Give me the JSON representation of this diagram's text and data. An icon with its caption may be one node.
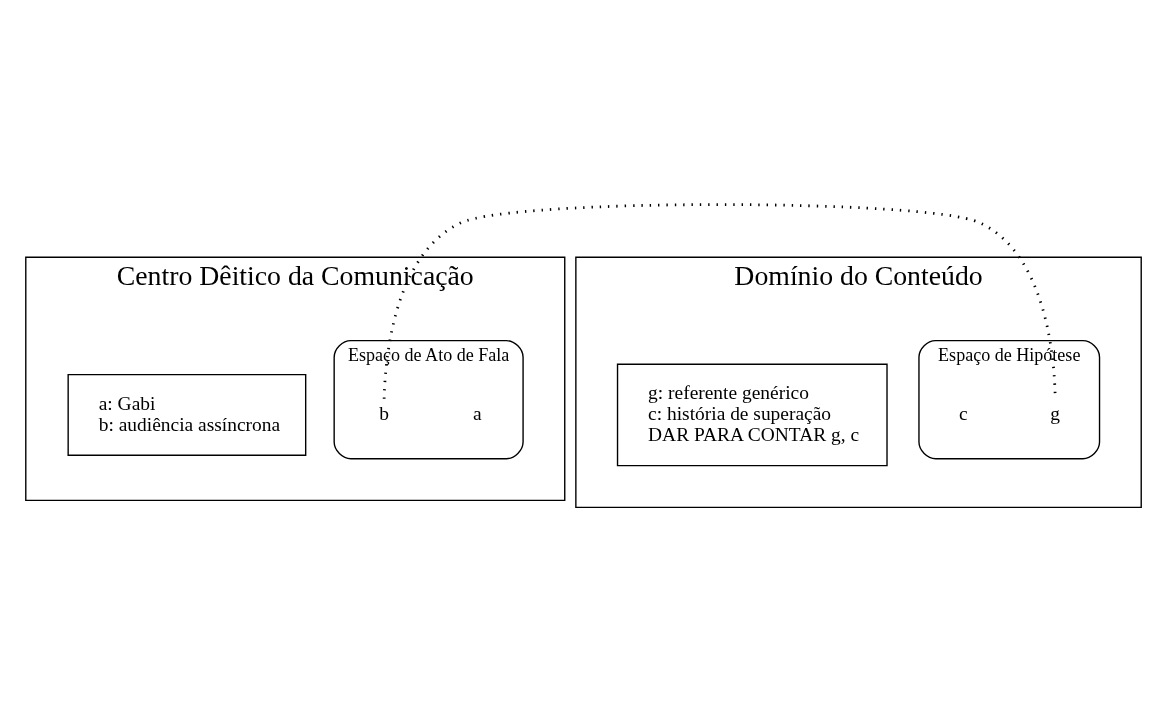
{
  "diagram": {
    "nodes": [
      {
        "text": [
          "Centro Dêitico da Comunicação"
        ]
      },
      {
        "text": [
          "Espaço de Ato de Fala"
        ],
        "in": 0
      },
      {
        "text": [
          "a"
        ],
        "in": 1
      },
      {
        "text": [
          "b"
        ],
        "in": 1
      },
      {
        "text": [
          "a: Gabi",
          "b: audiência assíncrona"
        ],
        "in": 0
      },
      {
        "text": [
          "Domínio do Conteúdo"
        ]
      },
      {
        "text": [
          "Espaço de Hipótese"
        ],
        "in": 5
      },
      {
        "text": [
          "g"
        ],
        "in": 6
      },
      {
        "text": [
          "c"
        ],
        "in": 6
      },
      {
        "text": [
          "g: referente genérico",
          "c: história de superação",
          "DAR PARA CONTAR g, c"
        ],
        "in": 5
      }
    ],
    "edges": [
      {
        "from": 3,
        "to": 7,
        "arrow": "none",
        "style": "dashed"
      }
    ]
  }
}
